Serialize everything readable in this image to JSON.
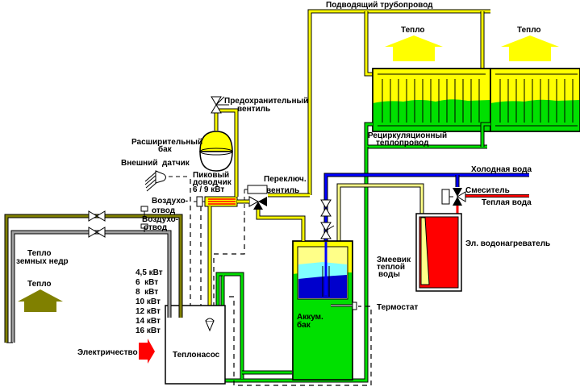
{
  "colors": {
    "supply_pipe": "#ffff00",
    "return_pipe": "#00e000",
    "cold_water": "#0000ff",
    "warm_water": "#ff0000",
    "ground_loop": "#808000",
    "ground_loop_return": "#a0a0a0",
    "tank_fill": "#00e000",
    "tank_top": "#ffff88",
    "tank_cyan": "#80ffff",
    "tank_blue": "#0000cc",
    "heat_arrow": "#ffff00",
    "earth_heat_arrow": "#808000",
    "electricity_arrow": "#ff0000"
  },
  "labels": {
    "supply_pipeline": "Подводящий трубопровод",
    "heat_radiator_1": "Тепло",
    "heat_radiator_2": "Тепло",
    "recirc_line_1": "Рециркуляционный",
    "recirc_line_2": "теплопровод",
    "safety_valve_1": "Предохранительный",
    "safety_valve_2": "вентиль",
    "expansion_tank_1": "Расширительный",
    "expansion_tank_2": "бак",
    "outdoor_sensor": "Внешний  датчик",
    "peak_heater_1": "Пиковый",
    "peak_heater_2": "доводчик",
    "peak_heater_3": "6 / 9 кВт",
    "switch_valve_1": "Переключ.",
    "switch_valve_2": "вентиль",
    "air_vent_1a": "Воздухо-",
    "air_vent_1b": "отвод",
    "air_vent_2a": "Воздухо-",
    "air_vent_2b": "отвод",
    "earth_heat_1": "Тепло",
    "earth_heat_2": "земных недр",
    "earth_heat_arrow": "Тепло",
    "electricity": "Электричество",
    "heat_pump": "Теплонасос",
    "cold_water": "Холодная вода",
    "mixer": "Смеситель",
    "warm_water": "Теплая вода",
    "el_water_heater": "Эл. водонагреватель",
    "coil_1": "Змеевик",
    "coil_2": "теплой",
    "coil_3": "воды",
    "thermostat": "Термостат",
    "storage_tank_1": "Аккум.",
    "storage_tank_2": "бак"
  },
  "power_ratings": [
    "4,5 кВт",
    "6  кВт",
    "8  кВт",
    "10 кВт",
    "12 кВт",
    "14 кВт",
    "16 кВт"
  ]
}
